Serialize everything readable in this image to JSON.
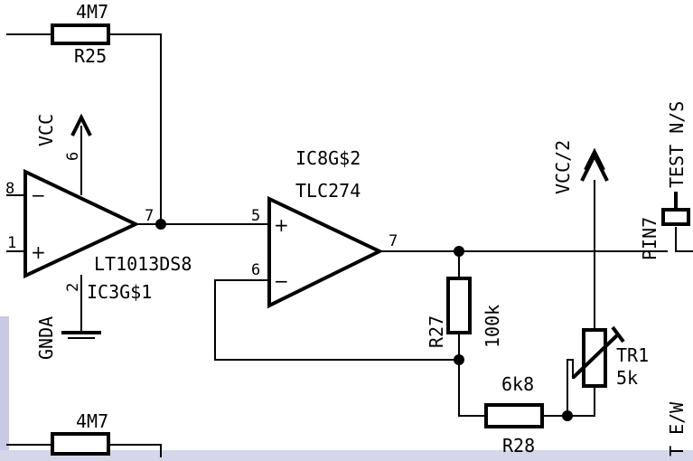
{
  "components": {
    "r25": {
      "name": "R25",
      "value": "4M7"
    },
    "r_bottom": {
      "value": "4M7"
    },
    "ic3": {
      "part": "LT1013DS8",
      "name": "IC3G$1",
      "pin_out": "7",
      "pin_inv": "8",
      "pin_noninv": "1",
      "pin_vcc": "6",
      "pin_gnd": "2"
    },
    "ic8": {
      "name": "IC8G$2",
      "part": "TLC274",
      "pin_out": "7",
      "pin_noninv": "5",
      "pin_inv": "6"
    },
    "r27": {
      "name": "R27",
      "value": "100k"
    },
    "r28": {
      "name": "R28",
      "value": "6k8"
    },
    "tr1": {
      "name": "TR1",
      "value": "5k"
    }
  },
  "supplies": {
    "vcc": "VCC",
    "gnda": "GNDA",
    "vcc_half": "VCC/2"
  },
  "nets": {
    "pin7": "PIN7",
    "test": "TEST N/S",
    "test_ew": "T E/W"
  },
  "signs": {
    "plus": "+",
    "minus": "−"
  }
}
